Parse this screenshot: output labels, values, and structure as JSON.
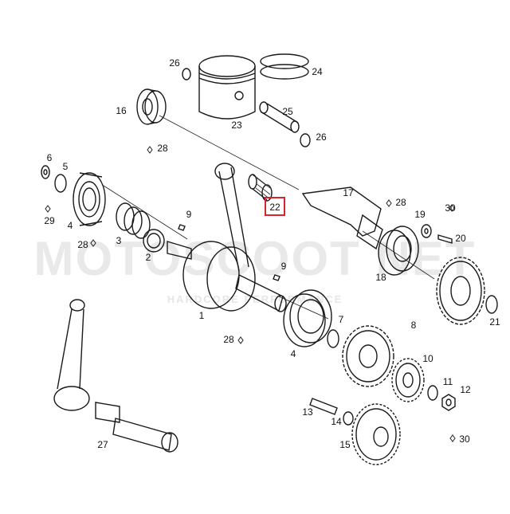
{
  "watermark": {
    "main": "MOTOSCOOT NET",
    "sub": "HARDCORE PERFORMANCE"
  },
  "highlight": {
    "label": "22",
    "color": "#d9232e"
  },
  "labels": [
    {
      "id": "26a",
      "text": "26"
    },
    {
      "id": "24",
      "text": "24"
    },
    {
      "id": "16",
      "text": "16"
    },
    {
      "id": "25",
      "text": "25"
    },
    {
      "id": "23",
      "text": "23"
    },
    {
      "id": "26b",
      "text": "26"
    },
    {
      "id": "28a",
      "text": "28"
    },
    {
      "id": "6",
      "text": "6"
    },
    {
      "id": "5",
      "text": "5"
    },
    {
      "id": "17",
      "text": "17"
    },
    {
      "id": "28b",
      "text": "28"
    },
    {
      "id": "9a",
      "text": "9"
    },
    {
      "id": "19",
      "text": "19"
    },
    {
      "id": "30a",
      "text": "30"
    },
    {
      "id": "29",
      "text": "29"
    },
    {
      "id": "4a",
      "text": "4"
    },
    {
      "id": "3",
      "text": "3"
    },
    {
      "id": "20",
      "text": "20"
    },
    {
      "id": "28c",
      "text": "28"
    },
    {
      "id": "2",
      "text": "2"
    },
    {
      "id": "9b",
      "text": "9"
    },
    {
      "id": "18",
      "text": "18"
    },
    {
      "id": "1",
      "text": "1"
    },
    {
      "id": "21",
      "text": "21"
    },
    {
      "id": "8",
      "text": "8"
    },
    {
      "id": "7",
      "text": "7"
    },
    {
      "id": "28d",
      "text": "28"
    },
    {
      "id": "4b",
      "text": "4"
    },
    {
      "id": "10",
      "text": "10"
    },
    {
      "id": "11",
      "text": "11"
    },
    {
      "id": "12",
      "text": "12"
    },
    {
      "id": "13",
      "text": "13"
    },
    {
      "id": "14",
      "text": "14"
    },
    {
      "id": "27",
      "text": "27"
    },
    {
      "id": "15",
      "text": "15"
    },
    {
      "id": "30b",
      "text": "30"
    }
  ]
}
